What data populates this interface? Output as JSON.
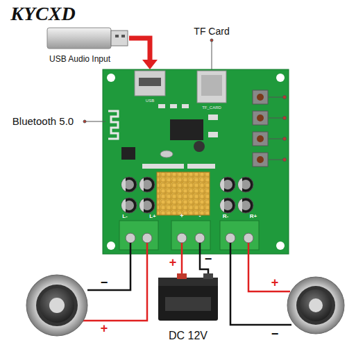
{
  "diagram": {
    "labels": [
      "KYCXD",
      "USB Audio Input",
      "TF Card",
      "Bluetooth 5.0",
      "DC 12V",
      "USB",
      "TF_CARD",
      "L-",
      "L+",
      "+",
      "-",
      "R-",
      "R+",
      "−",
      "+",
      "+",
      "−",
      "+",
      "−"
    ]
  }
}
